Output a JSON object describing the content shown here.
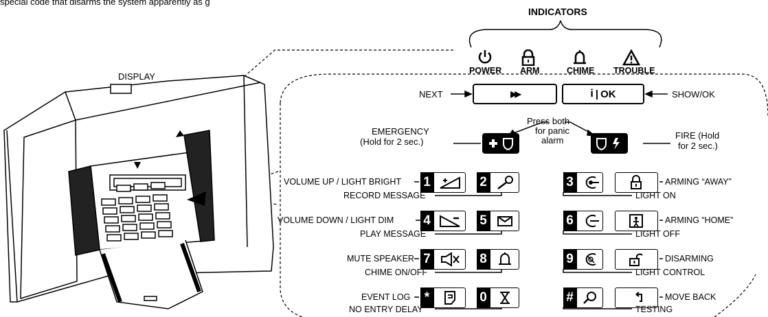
{
  "top_text": "special code that disarms the system apparently as          g",
  "indicators": {
    "title": "INDICATORS",
    "items": [
      {
        "label": "POWER",
        "icon": "power-icon"
      },
      {
        "label": "ARM",
        "icon": "padlock-icon"
      },
      {
        "label": "CHIME",
        "icon": "bell-icon"
      },
      {
        "label": "TROUBLE",
        "icon": "warning-triangle-icon"
      }
    ]
  },
  "display_label": "DISPLAY",
  "top_keys": {
    "next_label": "NEXT",
    "next_key": "▶▶",
    "show_ok_label": "SHOW/OK",
    "show_ok_key_info": "i",
    "show_ok_key_ok": "OK"
  },
  "emergency": {
    "line1": "EMERGENCY",
    "line2": "(Hold for 2 sec.)",
    "panic_line1": "Press both",
    "panic_line2": "for panic",
    "panic_line3": "alarm",
    "fire_line1": "FIRE (Hold",
    "fire_line2": "for 2 sec.)"
  },
  "keypad_rows": [
    {
      "left_key": "1",
      "left_label": "VOLUME UP / LIGHT BRIGHT",
      "mid_key": "2",
      "mid_sub": "RECORD MESSAGE",
      "right_key": "3",
      "right_label": "ARMING “AWAY”",
      "right_sub": "LIGHT ON"
    },
    {
      "left_key": "4",
      "left_label": "VOLUME DOWN / LIGHT DIM",
      "mid_key": "5",
      "mid_sub": "PLAY MESSAGE",
      "right_key": "6",
      "right_label": "ARMING “HOME”",
      "right_sub": "LIGHT OFF"
    },
    {
      "left_key": "7",
      "left_label": "MUTE SPEAKER",
      "mid_key": "8",
      "mid_sub": "CHIME ON/OFF",
      "right_key": "9",
      "right_label": "DISARMING",
      "right_sub": "LIGHT CONTROL"
    },
    {
      "left_key": "*",
      "left_label": "EVENT LOG",
      "mid_key": "0",
      "mid_sub": "NO ENTRY DELAY",
      "right_key": "#",
      "right_label": "MOVE BACK",
      "right_sub": "TESTING"
    }
  ]
}
